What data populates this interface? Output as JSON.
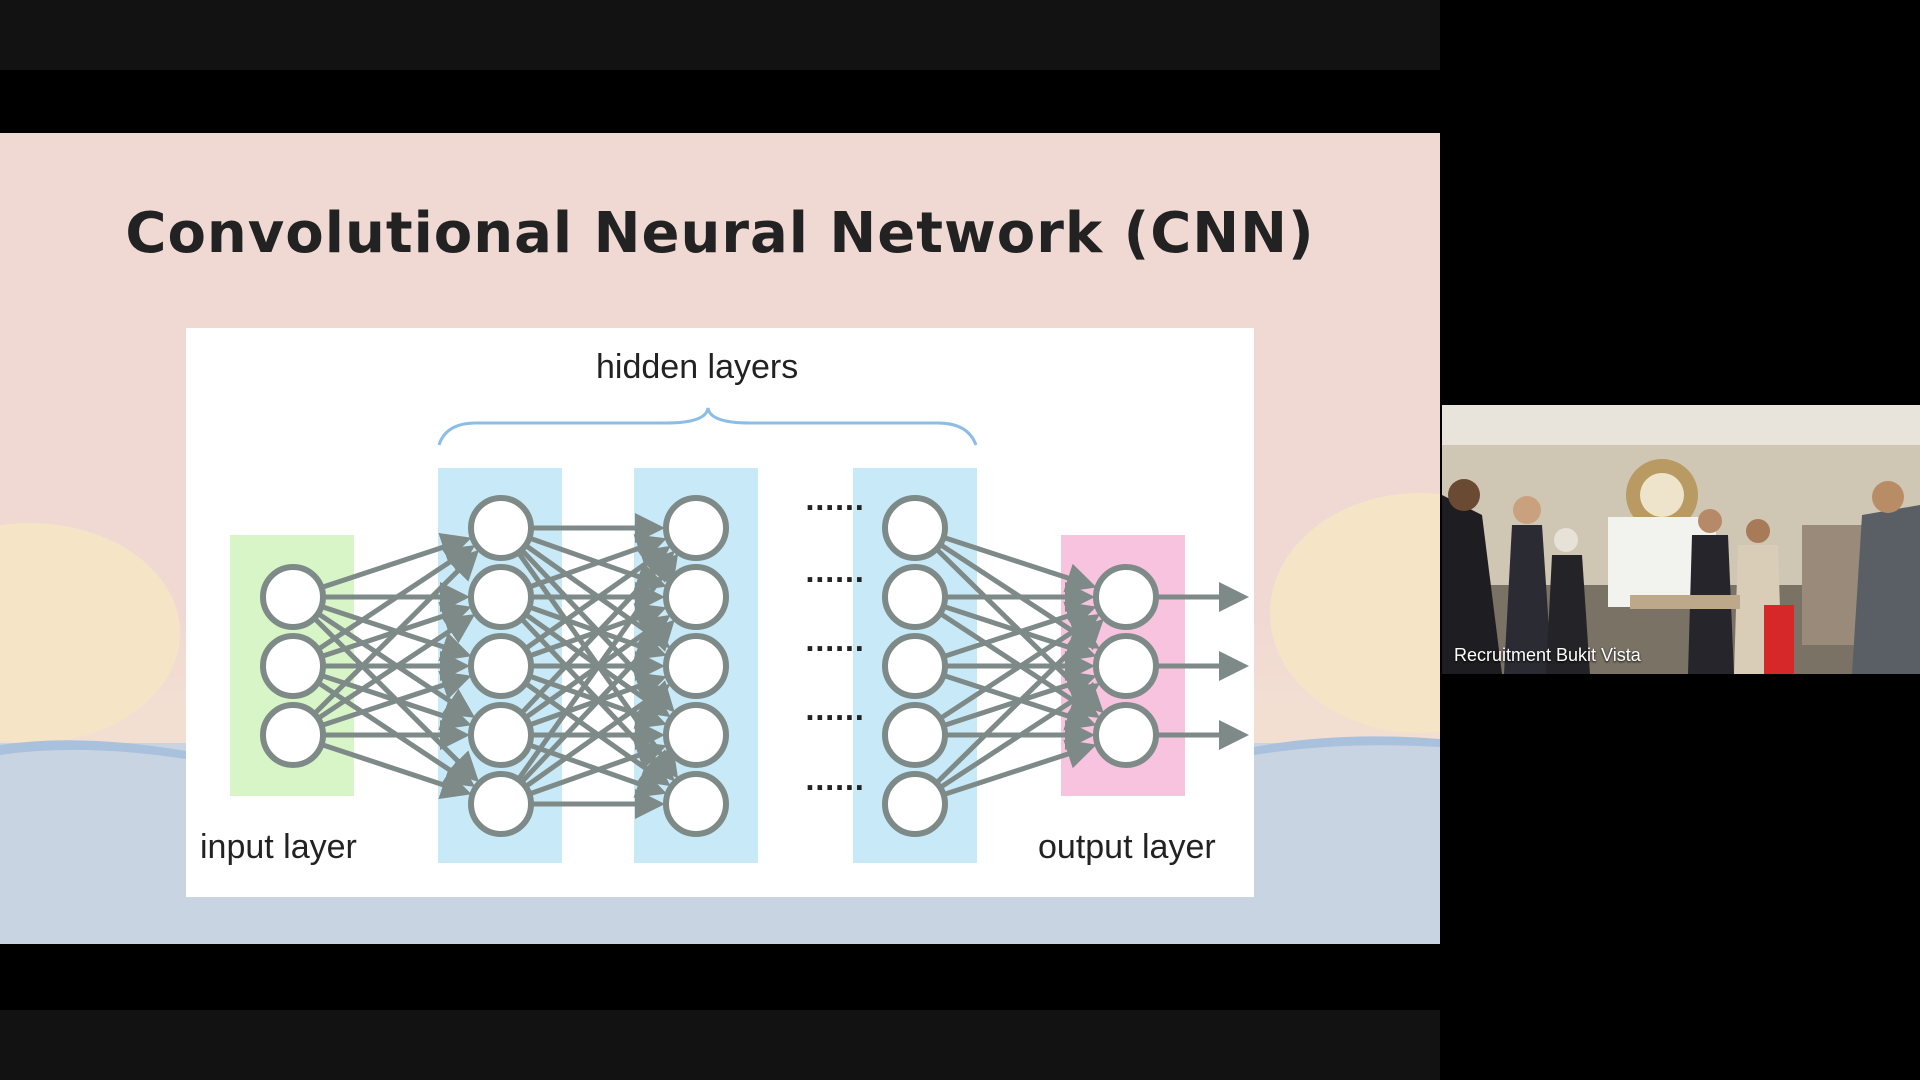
{
  "slide": {
    "title": "Convolutional Neural Network (CNN)",
    "diagram": {
      "hidden_label": "hidden layers",
      "input_label": "input layer",
      "output_label": "output layer",
      "ellipsis": "......"
    }
  },
  "video_tile": {
    "participant_name": "Recruitment Bukit Vista"
  },
  "colors": {
    "input_layer": "#d7f5c6",
    "hidden_layer": "#c8e9f7",
    "output_layer": "#f7c3de",
    "node_stroke": "#7e8a87",
    "bracket": "#8cbde6"
  }
}
